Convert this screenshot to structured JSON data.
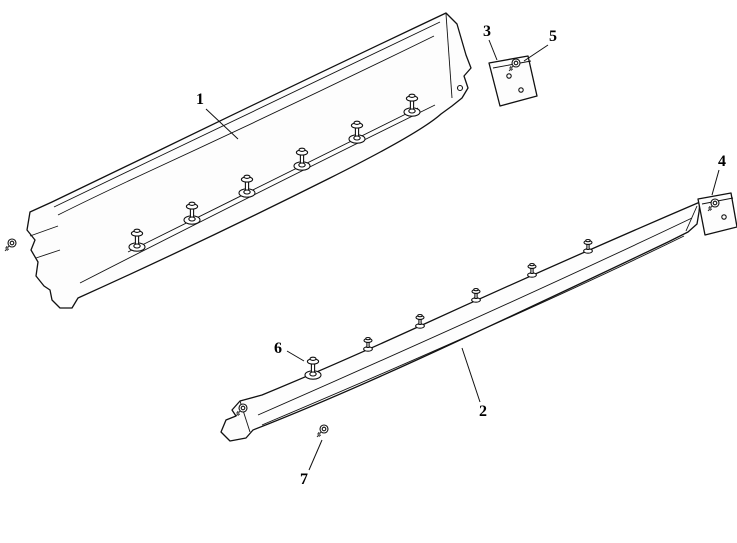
{
  "callouts": [
    {
      "label": "1"
    },
    {
      "label": "2"
    },
    {
      "label": "3"
    },
    {
      "label": "4"
    },
    {
      "label": "5"
    },
    {
      "label": "6"
    },
    {
      "label": "7"
    }
  ],
  "colors": {
    "line": "#111111",
    "background": "#ffffff",
    "panel_fill": "#fdfdfd"
  }
}
